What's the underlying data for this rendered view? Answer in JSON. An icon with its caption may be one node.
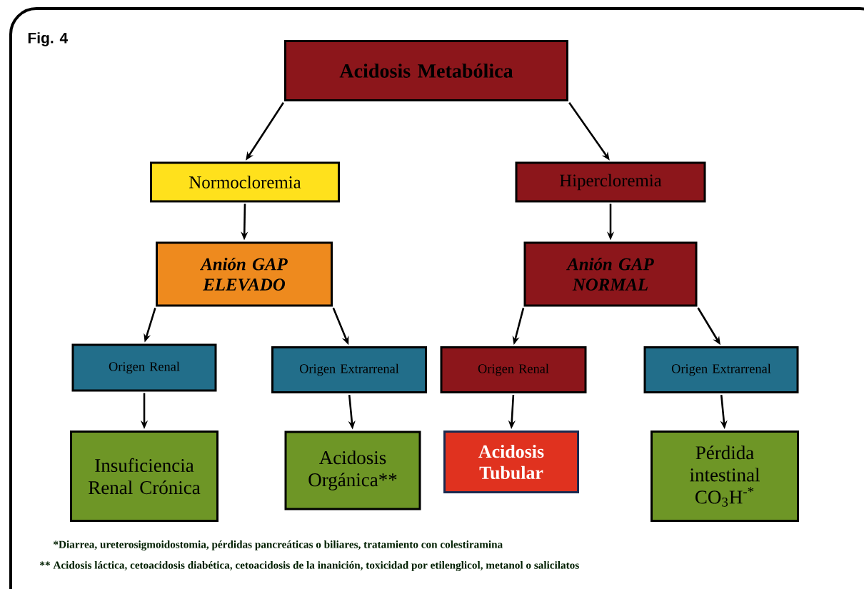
{
  "diagram": {
    "nodes": [
      {
        "text": [
          "Acidosis Metabólica"
        ]
      },
      {
        "text": [
          "Normocloremia"
        ]
      },
      {
        "text": [
          "Hipercloremia"
        ]
      },
      {
        "text": [
          "Anión GAP ELEVADO"
        ]
      },
      {
        "text": [
          "Anión GAP NORMAL"
        ]
      },
      {
        "text": [
          "Origen Renal"
        ]
      },
      {
        "text": [
          "Origen Extrarrenal"
        ]
      },
      {
        "text": [
          "Origen Renal"
        ]
      },
      {
        "text": [
          "Origen Extrarrenal"
        ]
      },
      {
        "text": [
          "Insuficiencia Renal Crónica"
        ]
      },
      {
        "text": [
          "Acidosis Orgánica**"
        ]
      },
      {
        "text": [
          "Acidosis Tubular"
        ]
      },
      {
        "text": [
          "Pérdida intestinal CO$_{3}$H$^{-*}$"
        ]
      }
    ],
    "edges": [
      {
        "from": 0,
        "to": 1,
        "arrow": "to"
      },
      {
        "from": 0,
        "to": 2,
        "arrow": "to"
      },
      {
        "from": 1,
        "to": 3,
        "arrow": "to"
      },
      {
        "from": 2,
        "to": 4,
        "arrow": "to"
      },
      {
        "from": 3,
        "to": 5,
        "arrow": "to"
      },
      {
        "from": 3,
        "to": 6,
        "arrow": "to"
      },
      {
        "from": 4,
        "to": 7,
        "arrow": "to"
      },
      {
        "from": 4,
        "to": 8,
        "arrow": "to"
      },
      {
        "from": 5,
        "to": 9,
        "arrow": "to"
      },
      {
        "from": 6,
        "to": 10,
        "arrow": "to"
      },
      {
        "from": 7,
        "to": 11,
        "arrow": "to"
      },
      {
        "from": 8,
        "to": 12,
        "arrow": "to"
      }
    ],
    "labels": [
      "Fig. 4",
      "*Diarrea, ureterosigmoidostomia, pérdidas pancreáticas o biliares, tratamiento con colestiramina",
      "** Acidosis láctica, cetoacidosis diabética, cetoacidosis de la inanición, toxicidad por etilenglicol, metanol o salicilatos"
    ]
  }
}
